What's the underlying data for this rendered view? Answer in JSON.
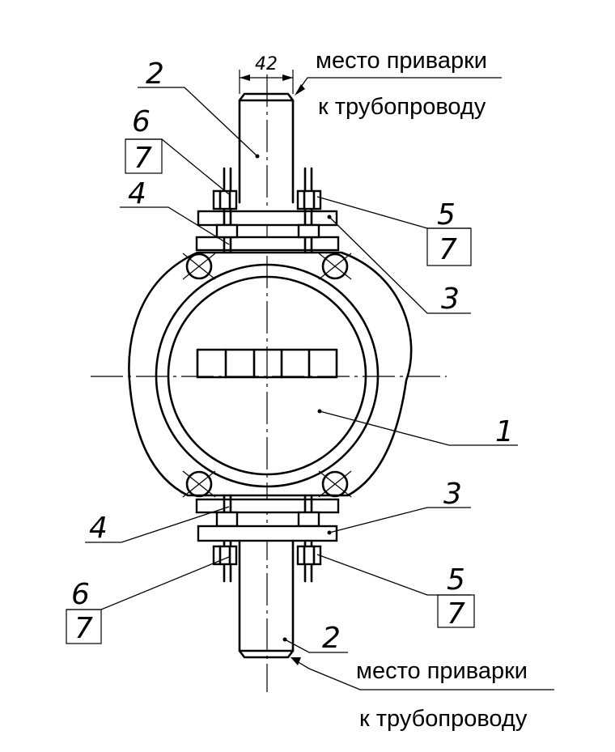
{
  "dimension": {
    "width_label": "42"
  },
  "notes": {
    "top_line1": "место приварки",
    "top_line2": "к трубопроводу",
    "bottom_line1": "место приварки",
    "bottom_line2": "к трубопроводу"
  },
  "callouts": {
    "body": "1",
    "pipe_top": "2",
    "pipe_bottom": "2",
    "flange_top": "3",
    "flange_bottom": "3",
    "gasket_top": "4",
    "gasket_bottom": "4",
    "nut_top_right": "5",
    "nut_top_right_qty": "7",
    "nut_bottom_right": "5",
    "nut_bottom_right_qty": "7",
    "washer_top_left": "6",
    "washer_top_left_qty": "7",
    "washer_bottom_left": "6",
    "washer_bottom_left_qty": "7"
  },
  "colors": {
    "ink": "#000000",
    "paper": "#ffffff"
  }
}
